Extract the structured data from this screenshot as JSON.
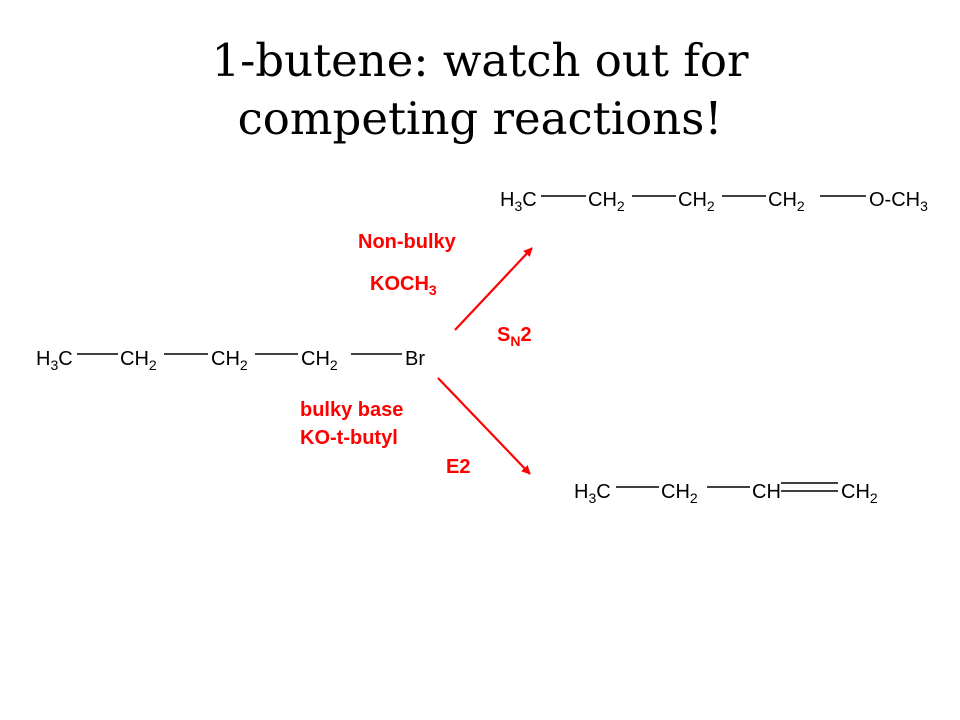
{
  "title": {
    "line1": "1-butene:  watch out for",
    "line2": "competing reactions!"
  },
  "colors": {
    "accent": "#ff0000",
    "text": "#000000",
    "background": "#ffffff"
  },
  "reactant": {
    "groups": [
      {
        "main": "H",
        "sub": "3",
        "tail": "C"
      },
      {
        "main": "CH",
        "sub": "2",
        "tail": ""
      },
      {
        "main": "CH",
        "sub": "2",
        "tail": ""
      },
      {
        "main": "CH",
        "sub": "2",
        "tail": ""
      },
      {
        "main": "Br",
        "sub": "",
        "tail": ""
      }
    ]
  },
  "sn2_product": {
    "groups": [
      {
        "main": "H",
        "sub": "3",
        "tail": "C"
      },
      {
        "main": "CH",
        "sub": "2",
        "tail": ""
      },
      {
        "main": "CH",
        "sub": "2",
        "tail": ""
      },
      {
        "main": "CH",
        "sub": "2",
        "tail": ""
      },
      {
        "main": "O-CH",
        "sub": "3",
        "tail": ""
      }
    ]
  },
  "e2_product": {
    "groups": [
      {
        "main": "H",
        "sub": "3",
        "tail": "C"
      },
      {
        "main": "CH",
        "sub": "2",
        "tail": ""
      },
      {
        "main": "CH",
        "sub": "",
        "tail": ""
      },
      {
        "main": "CH",
        "sub": "2",
        "tail": ""
      }
    ]
  },
  "sn2_path": {
    "condition_line1": "Non-bulky",
    "condition_reagent_main": "KOCH",
    "condition_reagent_sub": "3",
    "mechanism_main": "S",
    "mechanism_sub": "N",
    "mechanism_tail": "2"
  },
  "e2_path": {
    "condition_line1": "bulky base",
    "condition_line2": "KO-t-butyl",
    "mechanism": "E2"
  }
}
